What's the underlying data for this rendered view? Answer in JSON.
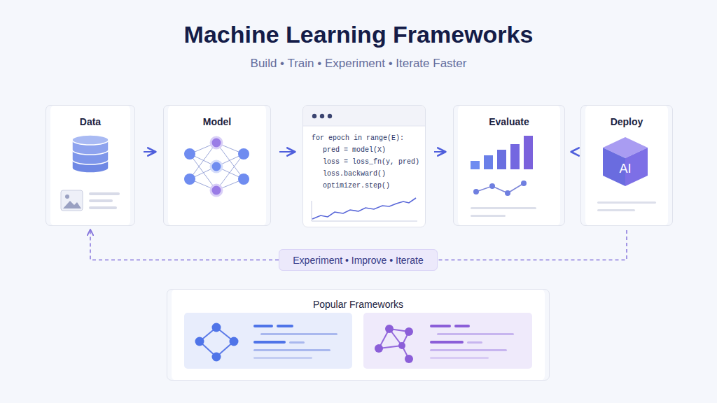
{
  "diagram": {
    "title": "Machine Learning Frameworks",
    "nodes": [
      {
        "text": [
          "Data"
        ]
      },
      {
        "text": [
          "Model"
        ]
      },
      {
        "text": [
          "for epoch in range(E):",
          "pred = model(X)",
          "loss = loss_fn(y, pred)",
          "loss.backward()",
          "optimizer.step()"
        ]
      },
      {
        "text": [
          "Evaluate"
        ]
      },
      {
        "text": [
          "Deploy"
        ]
      },
      {
        "text": [
          "Experiment • Improve • Iterate"
        ]
      },
      {
        "text": [
          "Popular Frameworks"
        ]
      }
    ],
    "edges": [
      {
        "from": 0,
        "to": 1,
        "arrow": "to"
      },
      {
        "from": 1,
        "to": 2,
        "arrow": "to"
      },
      {
        "from": 2,
        "to": 3,
        "arrow": "to"
      },
      {
        "from": 3,
        "to": 4,
        "arrow": "to"
      },
      {
        "from": 4,
        "to": 5,
        "arrow": "none"
      },
      {
        "from": 5,
        "to": 0,
        "arrow": "to"
      }
    ],
    "labels": [
      "Build • Train • Experiment • Iterate Faster",
      "AI"
    ]
  }
}
